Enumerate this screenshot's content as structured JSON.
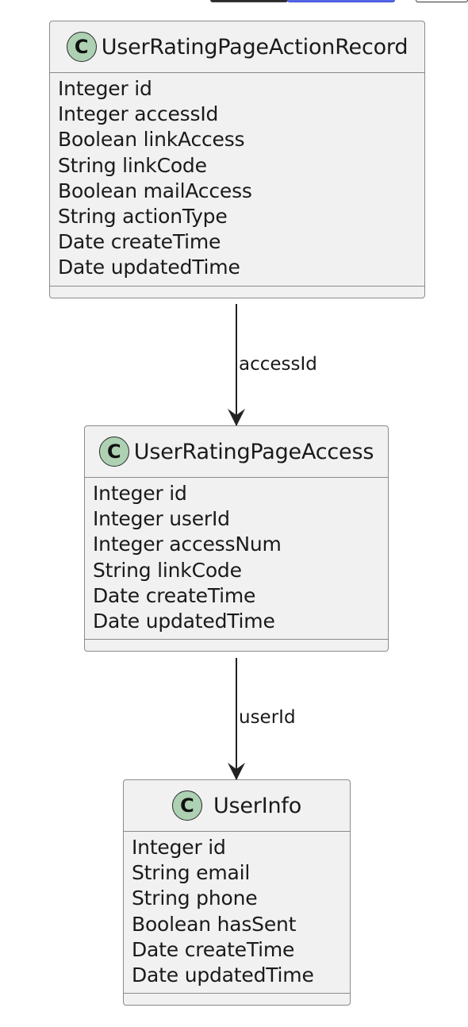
{
  "classes": [
    {
      "name": "UserRatingPageActionRecord",
      "badge": "C",
      "fields": [
        "Integer id",
        "Integer accessId",
        "Boolean linkAccess",
        "String linkCode",
        "Boolean mailAccess",
        "String actionType",
        "Date createTime",
        "Date updatedTime"
      ]
    },
    {
      "name": "UserRatingPageAccess",
      "badge": "C",
      "fields": [
        "Integer id",
        "Integer userId",
        "Integer accessNum",
        "String linkCode",
        "Date createTime",
        "Date updatedTime"
      ]
    },
    {
      "name": "UserInfo",
      "badge": "C",
      "fields": [
        "Integer id",
        "String email",
        "String phone",
        "Boolean hasSent",
        "Date createTime",
        "Date updatedTime"
      ]
    }
  ],
  "relations": [
    {
      "from": "UserRatingPageActionRecord",
      "to": "UserRatingPageAccess",
      "label": "accessId"
    },
    {
      "from": "UserRatingPageAccess",
      "to": "UserInfo",
      "label": "userId"
    }
  ],
  "colors": {
    "badge": "#add1b2",
    "box": "#f1f1f1",
    "border": "#8a8a8a",
    "arrow": "#222222"
  }
}
